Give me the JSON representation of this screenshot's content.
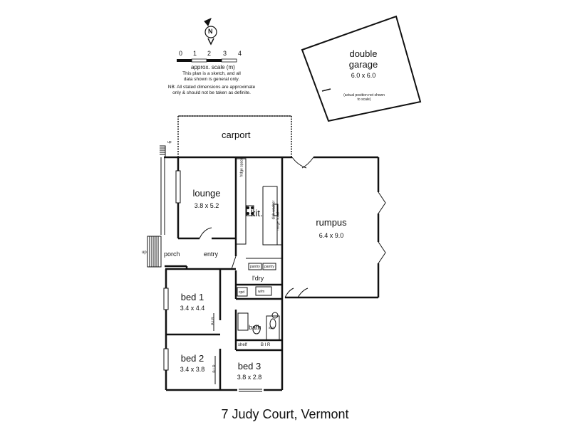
{
  "plan": {
    "title": "7 Judy Court, Vermont",
    "north": "N",
    "scale": {
      "ticks": [
        "0",
        "1",
        "2",
        "3",
        "4"
      ],
      "label": "approx. scale (m)",
      "note1": "This plan is a sketch, and all data shown is general only.",
      "note2": "NB: All stated dimensions are approximate only & should not be taken as definite."
    },
    "rooms": {
      "double_garage": {
        "name": "double garage",
        "dims": "6.0 x 6.0",
        "note": "(actual position not shown to scale)"
      },
      "carport": {
        "name": "carport"
      },
      "lounge": {
        "name": "lounge",
        "dims": "3.8 x 5.2"
      },
      "kitchen": {
        "name": "kit."
      },
      "rumpus": {
        "name": "rumpus",
        "dims": "6.4 x 9.0"
      },
      "porch": {
        "name": "porch"
      },
      "entry": {
        "name": "entry"
      },
      "laundry": {
        "name": "l'dry"
      },
      "bed1": {
        "name": "bed 1",
        "dims": "3.4 x 4.4"
      },
      "bath": {
        "name": "bath"
      },
      "bed2": {
        "name": "bed 2",
        "dims": "3.4 x 3.8"
      },
      "bed3": {
        "name": "bed 3",
        "dims": "3.8 x 2.8"
      }
    },
    "fixtures": {
      "pantry_left": "pantry",
      "pantry_right": "pantry",
      "shelf": "shelf",
      "bir": "B I R",
      "up_top": "up",
      "up_left": "up",
      "fridge": "fridge space",
      "dishwasher": "dish washer",
      "rangehood": "range hood",
      "wm": "w/m",
      "cpd": "cpd",
      "spa": "spa",
      "wir1": "B I R",
      "wir2": "B I R"
    }
  }
}
